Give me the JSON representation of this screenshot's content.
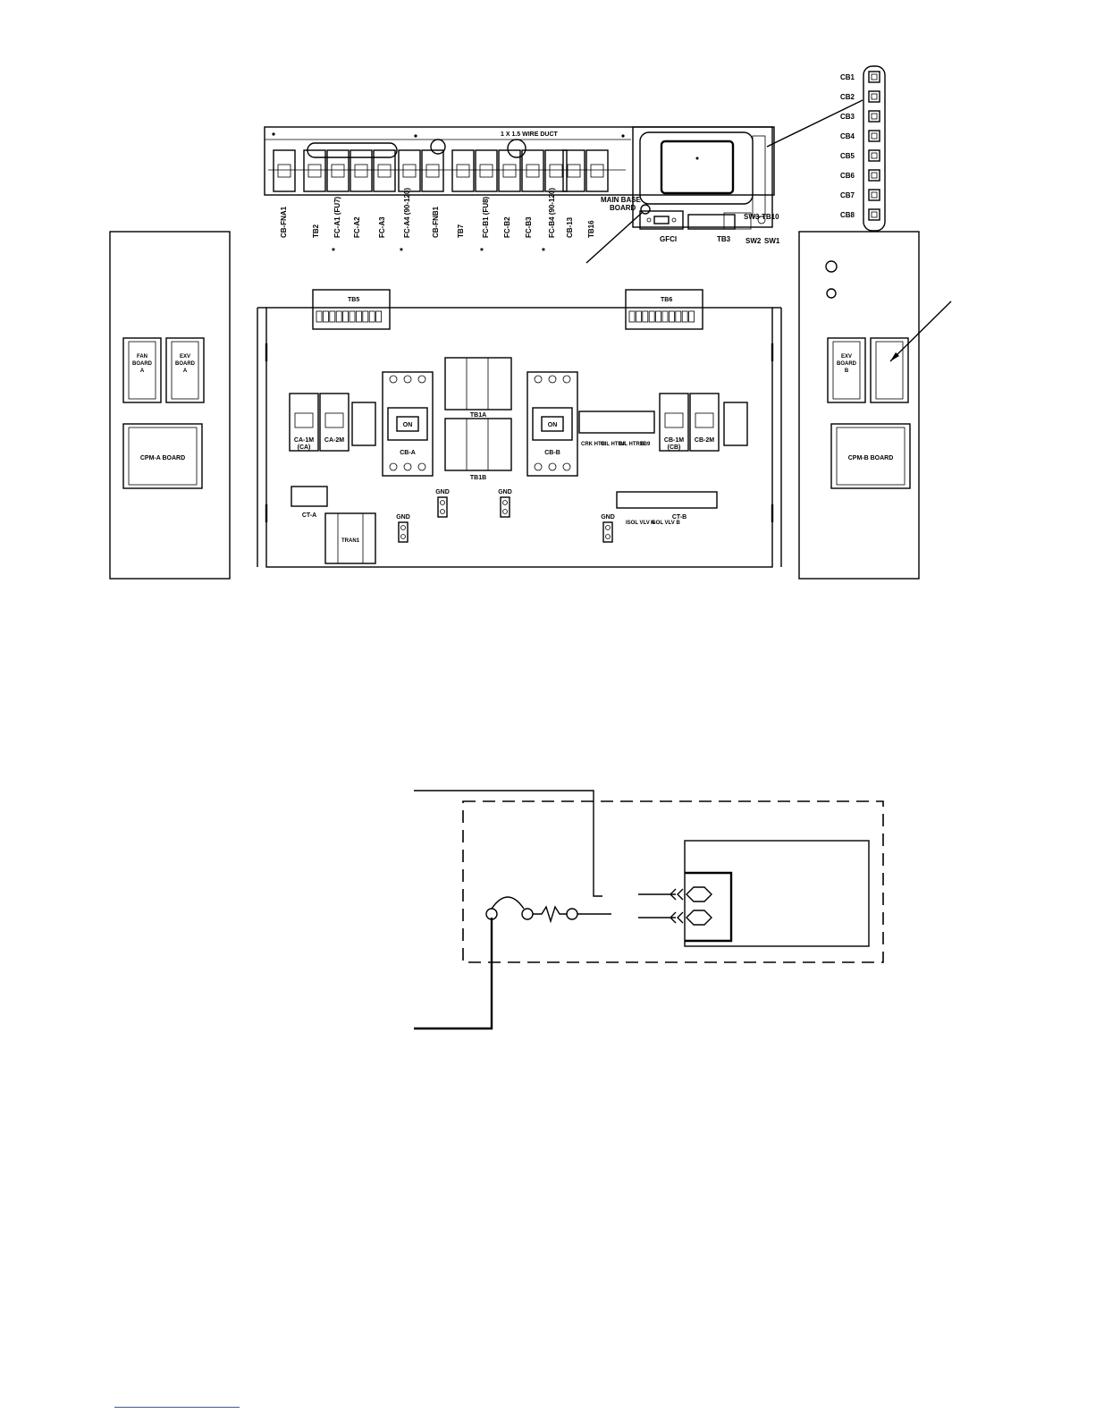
{
  "cb_strip": {
    "labels": [
      "CB1",
      "CB2",
      "CB3",
      "CB4",
      "CB5",
      "CB6",
      "CB7",
      "CB8"
    ]
  },
  "duct": {
    "label": "1 X 1.5 WIRE DUCT"
  },
  "rail": {
    "labels": [
      {
        "text": "CB-FNA1"
      },
      {
        "text": "TB2"
      },
      {
        "text": "FC-A1 (FU7)"
      },
      {
        "text": "FC-A2"
      },
      {
        "text": "FC-A3"
      },
      {
        "text": "FC-A4 (90-120)"
      },
      {
        "text": "CB-FNB1"
      },
      {
        "text": "TB7"
      },
      {
        "text": "FC-B1 (FU8)"
      },
      {
        "text": "FC-B2"
      },
      {
        "text": "FC-B3"
      },
      {
        "text": "FC-B4 (90-120)"
      },
      {
        "text": "CB-13"
      },
      {
        "text": "TB16"
      }
    ],
    "asterisk": "*"
  },
  "main_base": {
    "label_line1": "MAIN BASE",
    "label_line2": "BOARD",
    "gfci": "GFCI",
    "tb3": "TB3",
    "sw3": "SW3",
    "tb10": "TB10",
    "sw2": "SW2",
    "sw1": "SW1"
  },
  "left_panel": {
    "fan_board": [
      "FAN",
      "BOARD",
      "A"
    ],
    "exv_board": [
      "EXV",
      "BOARD",
      "A"
    ],
    "cpm": "CPM-A BOARD"
  },
  "right_panel": {
    "exv_board": [
      "EXV",
      "BOARD",
      "B"
    ],
    "cpm": "CPM-B BOARD"
  },
  "lower": {
    "tb5": "TB5",
    "tb6": "TB6",
    "tb1a": "TB1A",
    "tb1b": "TB1B",
    "cb_a": "CB-A",
    "cb_b": "CB-B",
    "on": "ON",
    "ca_1m": "CA-1M",
    "ca_1m_sub": "(CA)",
    "ca_2m": "CA-2M",
    "cb_1m": "CB-1M",
    "cb_1m_sub": "(CB)",
    "cb_2m": "CB-2M",
    "crk": "CRK HTR",
    "oil_htra": "OIL HTRA",
    "oil_htrb": "OIL HTRB",
    "tb9": "TB9",
    "ct_a": "CT-A",
    "ct_b": "CT-B",
    "tran1": "TRAN1",
    "gnd": "GND",
    "isol_a": "ISOL VLV A",
    "isol_b": "ISOL VLV B"
  }
}
